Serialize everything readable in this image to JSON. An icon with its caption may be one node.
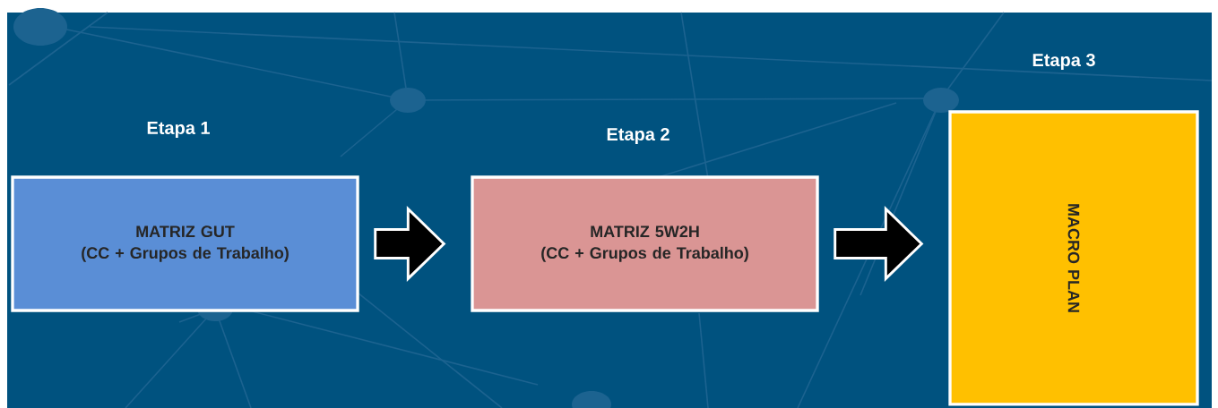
{
  "diagram": {
    "nodes": [
      {
        "text": [
          "Etapa 1",
          "MATRIZ GUT",
          "(CC + Grupos de Trabalho)"
        ]
      },
      {
        "text": [
          "Etapa 2",
          "MATRIZ 5W2H",
          "(CC + Grupos de Trabalho)"
        ]
      },
      {
        "text": [
          "Etapa 3",
          "MACRO PLAN"
        ]
      }
    ],
    "edges": [
      {
        "from": 0,
        "to": 1,
        "arrow": "to"
      },
      {
        "from": 1,
        "to": 2,
        "arrow": "to"
      }
    ]
  }
}
